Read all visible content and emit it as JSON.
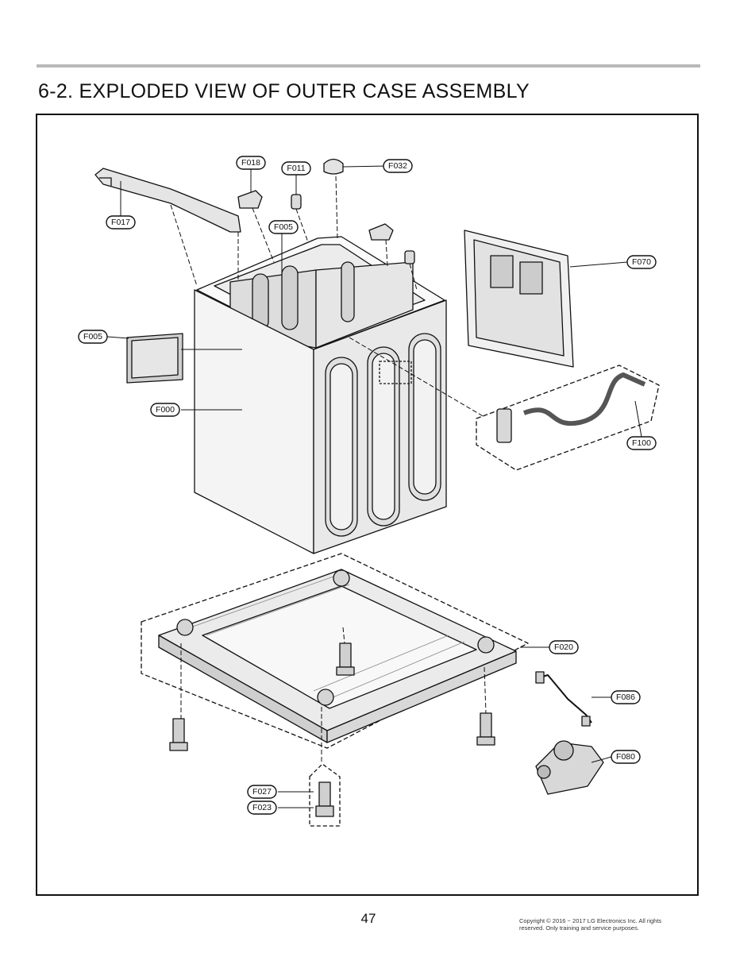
{
  "header": {
    "title": "6-2. EXPLODED VIEW OF OUTER CASE ASSEMBLY"
  },
  "callouts": [
    {
      "id": "f018",
      "label": "F018"
    },
    {
      "id": "f011",
      "label": "F011"
    },
    {
      "id": "f032",
      "label": "F032"
    },
    {
      "id": "f017",
      "label": "F017"
    },
    {
      "id": "f005a",
      "label": "F005"
    },
    {
      "id": "f005b",
      "label": "F005"
    },
    {
      "id": "f070",
      "label": "F070"
    },
    {
      "id": "f000",
      "label": "F000"
    },
    {
      "id": "f100",
      "label": "F100"
    },
    {
      "id": "f020",
      "label": "F020"
    },
    {
      "id": "f086",
      "label": "F086"
    },
    {
      "id": "f080",
      "label": "F080"
    },
    {
      "id": "f027",
      "label": "F027"
    },
    {
      "id": "f023",
      "label": "F023"
    }
  ],
  "footer": {
    "page_number": "47",
    "copyright_line1": "Copyright © 2016 ~ 2017 LG Electronics Inc. All rights",
    "copyright_line2": "reserved. Only training and service purposes."
  }
}
